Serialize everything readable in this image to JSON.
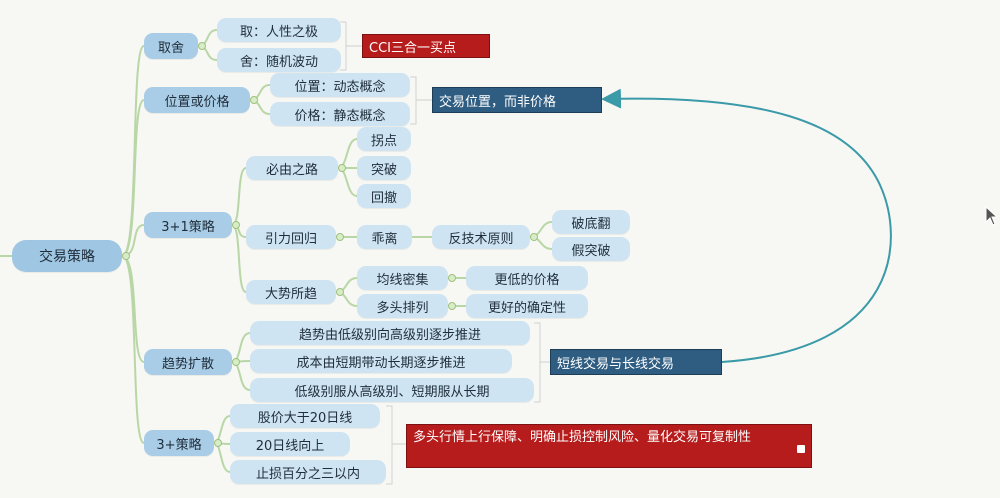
{
  "mindmap": {
    "root": "交易策略",
    "branches": [
      {
        "label": "取舍",
        "children": [
          "取：人性之极",
          "舍：随机波动"
        ],
        "note": "CCI三合一买点"
      },
      {
        "label": "位置或价格",
        "children": [
          "位置：动态概念",
          "价格：静态概念"
        ],
        "note": "交易位置，而非价格"
      },
      {
        "label": "3+1策略",
        "groups": [
          {
            "label": "必由之路",
            "children": [
              "拐点",
              "突破",
              "回撤"
            ]
          },
          {
            "label": "引力回归",
            "sub": "乖离",
            "subsub": "反技术原则",
            "children": [
              "破底翻",
              "假突破"
            ]
          },
          {
            "label": "大势所趋",
            "pairs": [
              [
                "均线密集",
                "更低的价格"
              ],
              [
                "多头排列",
                "更好的确定性"
              ]
            ]
          }
        ]
      },
      {
        "label": "趋势扩散",
        "children": [
          "趋势由低级别向高级别逐步推进",
          "成本由短期带动长期逐步推进",
          "低级别服从高级别、短期服从长期"
        ],
        "note": "短线交易与长线交易"
      },
      {
        "label": "3+策略",
        "children": [
          "股价大于20日线",
          "20日线向上",
          "止损百分之三以内"
        ],
        "note": "多头行情上行保障、明确止损控制风险、量化交易可复制性"
      }
    ]
  },
  "colors": {
    "node": "#a9cde6",
    "leaf": "#cfe4f2",
    "connector": "#b9d7a6",
    "note_red": "#b71c1c",
    "note_blue": "#2f5d82",
    "arrow": "#3a9aa8"
  }
}
